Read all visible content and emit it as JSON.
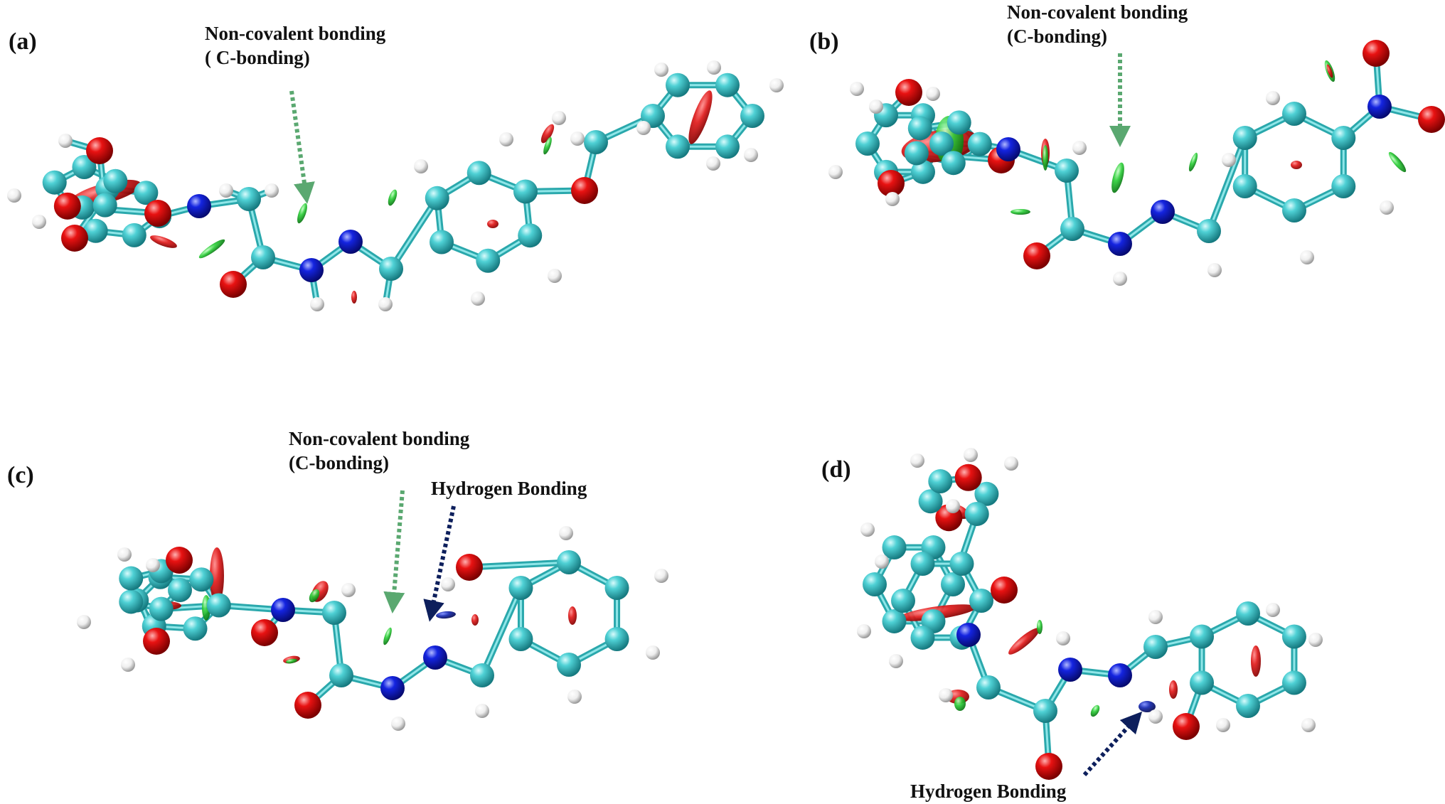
{
  "panels": [
    {
      "label": "(a)",
      "annotations": [
        {
          "lines": [
            "Non-covalent bonding",
            "( C-bonding)"
          ],
          "kind": "c-bonding"
        }
      ]
    },
    {
      "label": "(b)",
      "annotations": [
        {
          "lines": [
            "Non-covalent bonding",
            "(C-bonding)"
          ],
          "kind": "c-bonding"
        }
      ]
    },
    {
      "label": "(c)",
      "annotations": [
        {
          "lines": [
            "Non-covalent bonding",
            "(C-bonding)"
          ],
          "kind": "c-bonding"
        },
        {
          "lines": [
            "Hydrogen Bonding"
          ],
          "kind": "h-bonding"
        }
      ]
    },
    {
      "label": "(d)",
      "annotations": [
        {
          "lines": [
            "Hydrogen Bonding"
          ],
          "kind": "h-bonding"
        }
      ]
    }
  ],
  "colors": {
    "carbon": "#3ec4c8",
    "oxygen": "#e01010",
    "nitrogen": "#1020d8",
    "hydrogen": "#f2f2f2",
    "bond": "#5fd0d3",
    "vdw_surface": "#30d040",
    "steric_surface": "#e02020",
    "hbond_surface": "#1428b0",
    "c_bond_arrow": "#5aa870",
    "h_bond_arrow": "#0d1f5c"
  }
}
